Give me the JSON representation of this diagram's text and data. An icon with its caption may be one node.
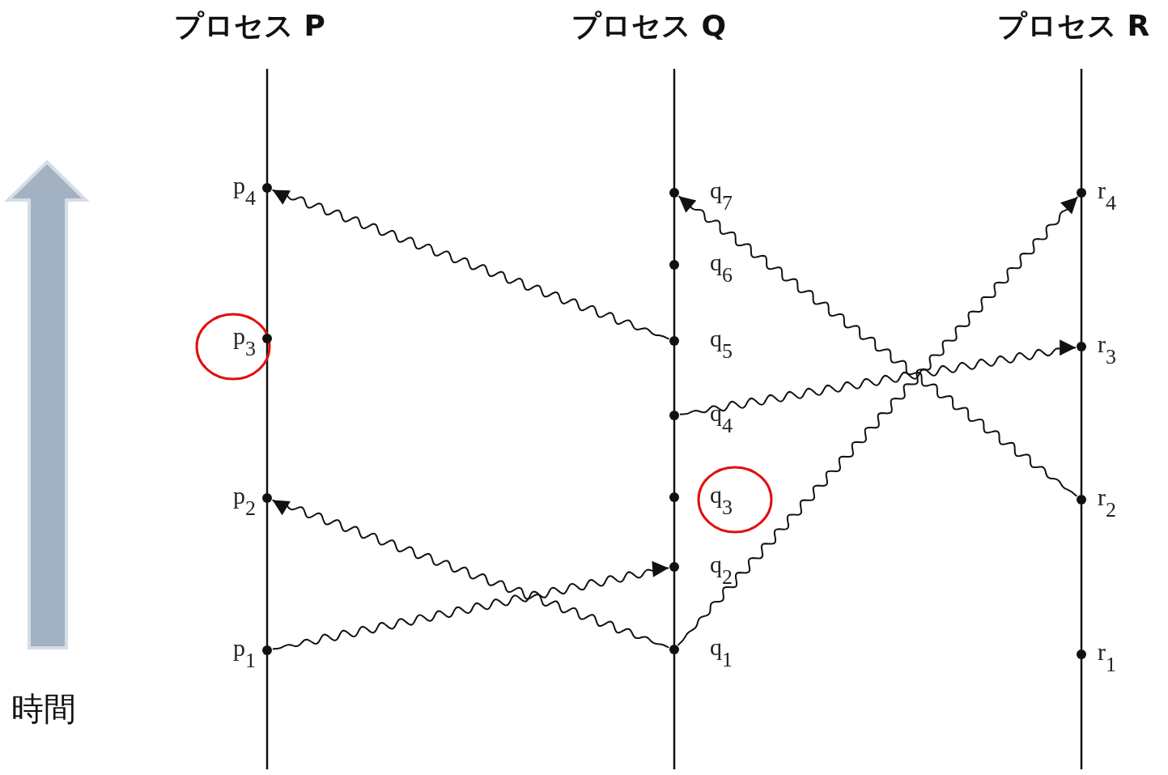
{
  "diagram": {
    "nodes": [
      {
        "text": [],
        "shape": "circle",
        "beside": [
          "p$_{1}$"
        ]
      },
      {
        "text": [],
        "shape": "circle",
        "beside": [
          "p$_{2}$"
        ]
      },
      {
        "text": [],
        "shape": "circle",
        "beside": [
          "p$_{3}$"
        ]
      },
      {
        "text": [],
        "shape": "circle",
        "beside": [
          "p$_{4}$"
        ]
      },
      {
        "text": [],
        "shape": "circle",
        "beside": [
          "q$_{1}$"
        ]
      },
      {
        "text": [],
        "shape": "circle",
        "beside": [
          "q$_{2}$"
        ]
      },
      {
        "text": [],
        "shape": "circle",
        "beside": [
          "q$_{3}$"
        ]
      },
      {
        "text": [],
        "shape": "circle",
        "beside": [
          "q$_{4}$"
        ]
      },
      {
        "text": [],
        "shape": "circle",
        "beside": [
          "q$_{5}$"
        ]
      },
      {
        "text": [],
        "shape": "circle",
        "beside": [
          "q$_{6}$"
        ]
      },
      {
        "text": [],
        "shape": "circle",
        "beside": [
          "q$_{7}$"
        ]
      },
      {
        "text": [],
        "shape": "circle",
        "beside": [
          "r$_{1}$"
        ]
      },
      {
        "text": [],
        "shape": "circle",
        "beside": [
          "r$_{2}$"
        ]
      },
      {
        "text": [],
        "shape": "circle",
        "beside": [
          "r$_{3}$"
        ]
      },
      {
        "text": [],
        "shape": "circle",
        "beside": [
          "r$_{4}$"
        ]
      }
    ],
    "edges": [
      {
        "from": 0,
        "to": 5,
        "arrow": "to"
      },
      {
        "from": 4,
        "to": 1,
        "arrow": "to"
      },
      {
        "from": 4,
        "to": 14,
        "arrow": "to"
      },
      {
        "from": 7,
        "to": 13,
        "arrow": "to"
      },
      {
        "from": 8,
        "to": 3,
        "arrow": "to"
      },
      {
        "from": 12,
        "to": 10,
        "arrow": "to"
      }
    ],
    "labels": [
      "プロセス P",
      "プロセス Q",
      "プロセス R",
      "時間"
    ]
  }
}
